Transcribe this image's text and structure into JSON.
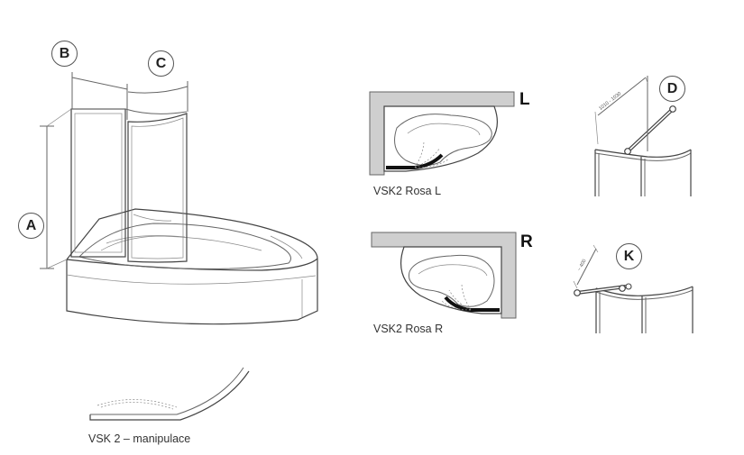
{
  "labels": {
    "a": "A",
    "b": "B",
    "c": "C",
    "d": "D",
    "k": "K",
    "left_side": "L",
    "right_side": "R"
  },
  "captions": {
    "rosa_l": "VSK2 Rosa L",
    "rosa_r": "VSK2 Rosa R",
    "manipulace": "VSK 2 – manipulace"
  },
  "dimensions": {
    "d_range": "1010 - 1030",
    "k_value": "~ 400"
  }
}
